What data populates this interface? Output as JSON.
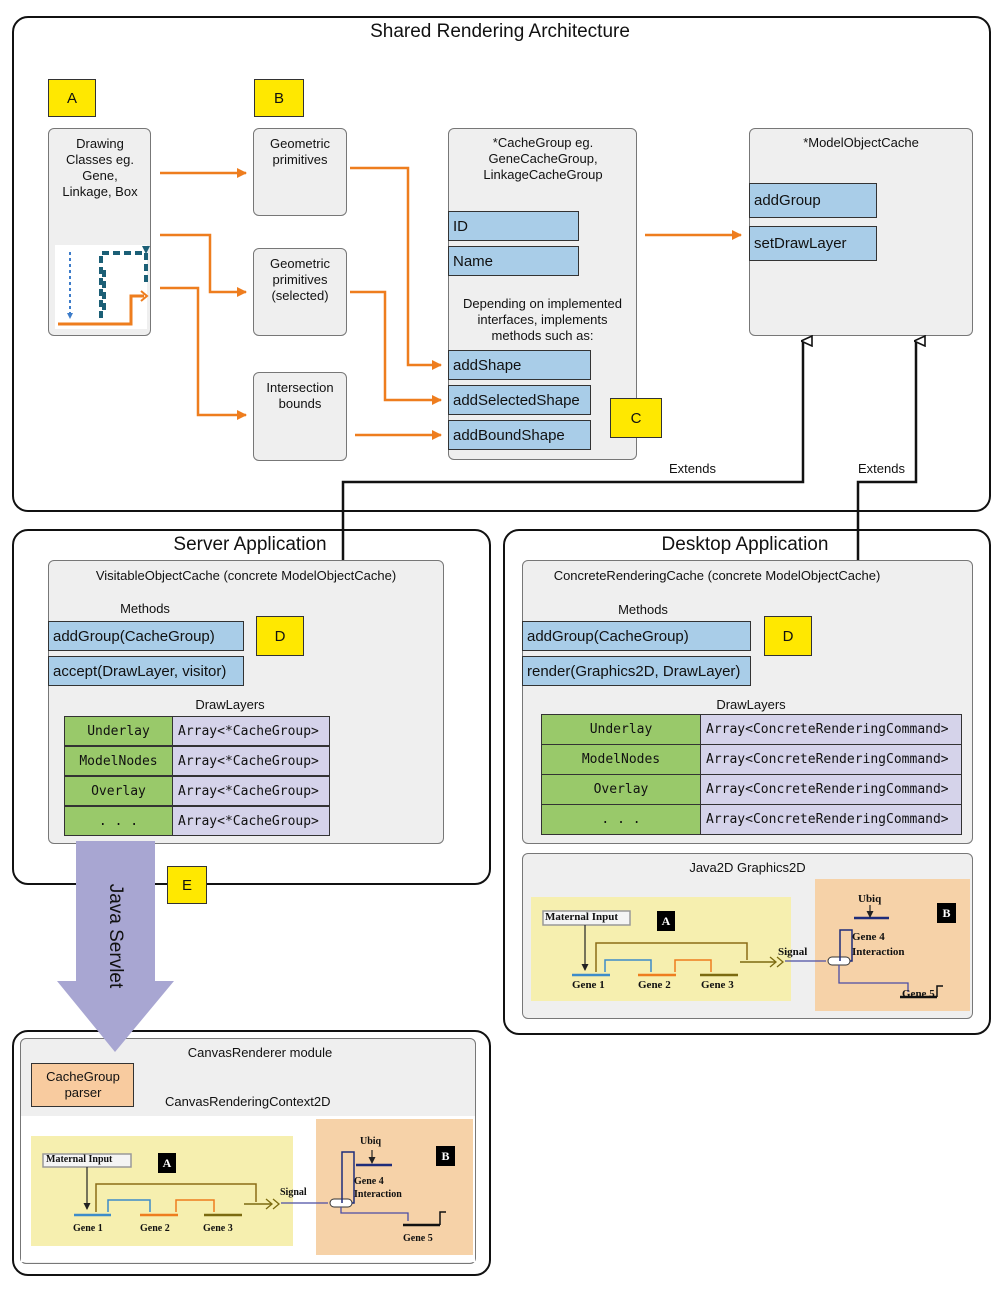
{
  "shared": {
    "title": "Shared Rendering Architecture",
    "tag_a": "A",
    "tag_b": "B",
    "tag_c": "C",
    "drawing_classes": "Drawing Classes eg. Gene, Linkage, Box",
    "geo_primitives": "Geometric primitives",
    "geo_primitives_selected": "Geometric primitives (selected)",
    "intersection_bounds": "Intersection bounds",
    "cache_group_title": "*CacheGroup eg. GeneCacheGroup, LinkageCacheGroup",
    "cache_group_fields": [
      "ID",
      "Name"
    ],
    "cache_group_note": "Depending on implemented interfaces, implements methods such as:",
    "cache_group_methods": [
      "addShape",
      "addSelectedShape",
      "addBoundShape"
    ],
    "model_cache_title": "*ModelObjectCache",
    "model_cache_methods": [
      "addGroup",
      "setDrawLayer"
    ],
    "extends_label": "Extends"
  },
  "server": {
    "title": "Server Application",
    "cache_title": "VisitableObjectCache (concrete ModelObjectCache)",
    "methods_label": "Methods",
    "methods": [
      "addGroup(CacheGroup)",
      "accept(DrawLayer, visitor)"
    ],
    "tag_d": "D",
    "drawlayers_label": "DrawLayers",
    "layers": [
      {
        "name": "Underlay",
        "type": "Array<*CacheGroup>"
      },
      {
        "name": "ModelNodes",
        "type": "Array<*CacheGroup>"
      },
      {
        "name": "Overlay",
        "type": "Array<*CacheGroup>"
      },
      {
        "name": ". . .",
        "type": "Array<*CacheGroup>"
      }
    ]
  },
  "desktop": {
    "title": "Desktop Application",
    "cache_title": "ConcreteRenderingCache (concrete ModelObjectCache)",
    "methods_label": "Methods",
    "methods": [
      "addGroup(CacheGroup)",
      "render(Graphics2D, DrawLayer)"
    ],
    "tag_d": "D",
    "drawlayers_label": "DrawLayers",
    "layers": [
      {
        "name": "Underlay",
        "type": "Array<ConcreteRenderingCommand>"
      },
      {
        "name": "ModelNodes",
        "type": "Array<ConcreteRenderingCommand>"
      },
      {
        "name": "Overlay",
        "type": "Array<ConcreteRenderingCommand>"
      },
      {
        "name": ". . .",
        "type": "Array<ConcreteRenderingCommand>"
      }
    ],
    "graphics_title": "Java2D Graphics2D"
  },
  "servlet": {
    "label": "Java Servlet",
    "tag_e": "E"
  },
  "canvas": {
    "title": "CanvasRenderer module",
    "parser": "CacheGroup parser",
    "context": "CanvasRenderingContext2D"
  },
  "genes": {
    "maternal_input": "Maternal Input",
    "gene1": "Gene 1",
    "gene2": "Gene 2",
    "gene3": "Gene 3",
    "signal": "Signal",
    "ubiq": "Ubiq",
    "gene4": "Gene 4 Interaction",
    "gene5": "Gene 5",
    "tag_a": "A",
    "tag_b": "B"
  },
  "colors": {
    "arrow_orange": "#ee7d1e",
    "field_blue": "#a9cde8",
    "tag_yellow": "#ffe800",
    "layer_green": "#99c96a",
    "layer_purple": "#d5d3ea",
    "servlet_arrow": "#a8a6d2",
    "parser_orange": "#f8cb9f"
  }
}
